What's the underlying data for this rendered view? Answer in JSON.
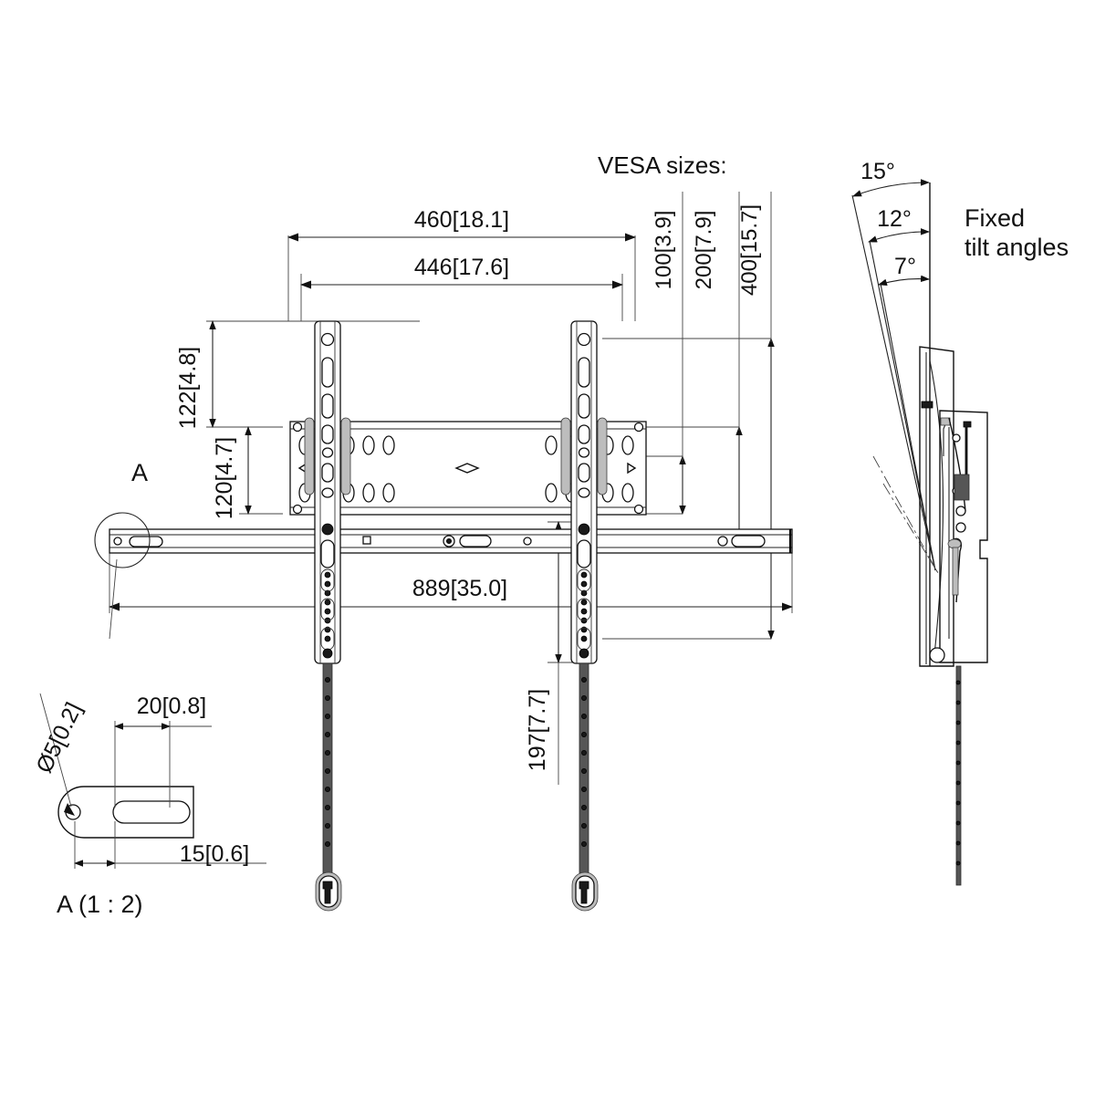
{
  "drawing": {
    "title_vesa": "VESA sizes:",
    "fixed_tilt_label_line1": "Fixed",
    "fixed_tilt_label_line2": "tilt angles",
    "detail_callout": "A",
    "detail_title": "A (1 : 2)"
  },
  "dimensions": {
    "width_outer": "460[18.1]",
    "width_inner": "446[17.6]",
    "height_upper": "122[4.8]",
    "height_lower": "120[4.7]",
    "rail_width": "889[35.0]",
    "strip_drop": "197[7.7]"
  },
  "vesa": {
    "v100": "100[3.9]",
    "v200": "200[7.9]",
    "v400": "400[15.7]"
  },
  "tilt_angles": {
    "a15": "15°",
    "a12": "12°",
    "a7": "7°"
  },
  "detail_a": {
    "hole_dia": "Ø5[0.2]",
    "slot_offset": "20[0.8]",
    "slot_width": "15[0.6]"
  },
  "colors": {
    "line": "#111111",
    "paper": "#ffffff",
    "metal_dark": "#1a1a1a",
    "metal_light": "#bdbdbd"
  }
}
